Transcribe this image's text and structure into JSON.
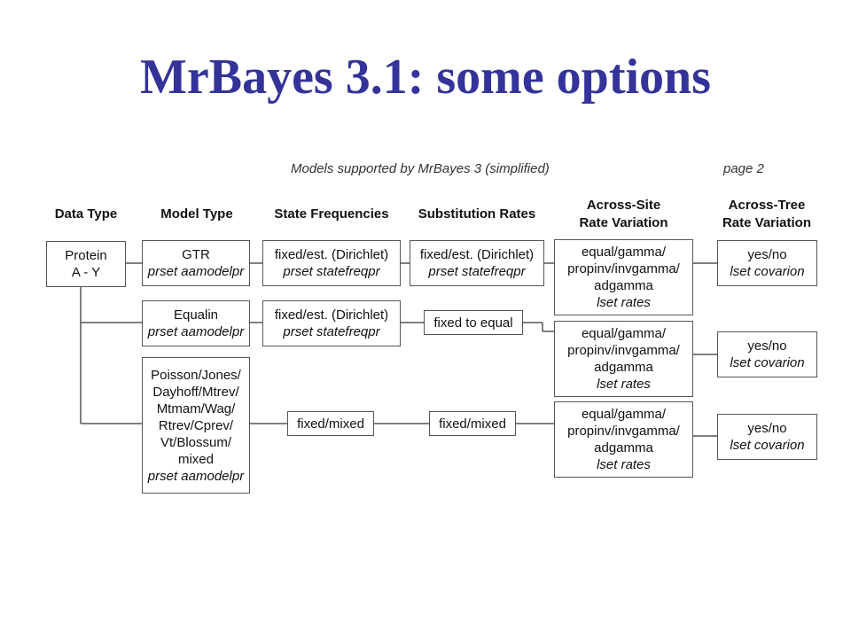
{
  "title": "MrBayes 3.1: some options",
  "caption": "Models supported by MrBayes 3 (simplified)",
  "page_label": "page 2",
  "headers": {
    "data_type": "Data Type",
    "model_type": "Model Type",
    "state_freq": "State Frequencies",
    "subst_rates": "Substitution Rates",
    "across_site_1": "Across-Site",
    "across_site_2": "Rate Variation",
    "across_tree_1": "Across-Tree",
    "across_tree_2": "Rate Variation"
  },
  "nodes": {
    "protein": {
      "l1": "Protein",
      "l2": "A - Y"
    },
    "gtr": {
      "l1": "GTR",
      "cmd": "prset aamodelpr"
    },
    "sf1": {
      "l1": "fixed/est. (Dirichlet)",
      "cmd": "prset statefreqpr"
    },
    "sr1": {
      "l1": "fixed/est. (Dirichlet)",
      "cmd": "prset statefreqpr"
    },
    "asr1": {
      "l1": "equal/gamma/",
      "l2": "propinv/invgamma/",
      "l3": "adgamma",
      "cmd": "lset rates"
    },
    "atr1": {
      "l1": "yes/no",
      "cmd": "lset covarion"
    },
    "equalin": {
      "l1": "Equalin",
      "cmd": "prset aamodelpr"
    },
    "sf2": {
      "l1": "fixed/est. (Dirichlet)",
      "cmd": "prset statefreqpr"
    },
    "sr2": {
      "l1": "fixed to equal"
    },
    "asr2": {
      "l1": "equal/gamma/",
      "l2": "propinv/invgamma/",
      "l3": "adgamma",
      "cmd": "lset rates"
    },
    "atr2": {
      "l1": "yes/no",
      "cmd": "lset covarion"
    },
    "fixedmodels": {
      "l1": "Poisson/Jones/",
      "l2": "Dayhoff/Mtrev/",
      "l3": "Mtmam/Wag/",
      "l4": "Rtrev/Cprev/",
      "l5": "Vt/Blossum/",
      "l6": "mixed",
      "cmd": "prset aamodelpr"
    },
    "sf3": {
      "l1": "fixed/mixed"
    },
    "sr3": {
      "l1": "fixed/mixed"
    },
    "asr3": {
      "l1": "equal/gamma/",
      "l2": "propinv/invgamma/",
      "l3": "adgamma",
      "cmd": "lset rates"
    },
    "atr3": {
      "l1": "yes/no",
      "cmd": "lset covarion"
    }
  },
  "colors": {
    "title": "#33339a",
    "line": "#555555"
  }
}
